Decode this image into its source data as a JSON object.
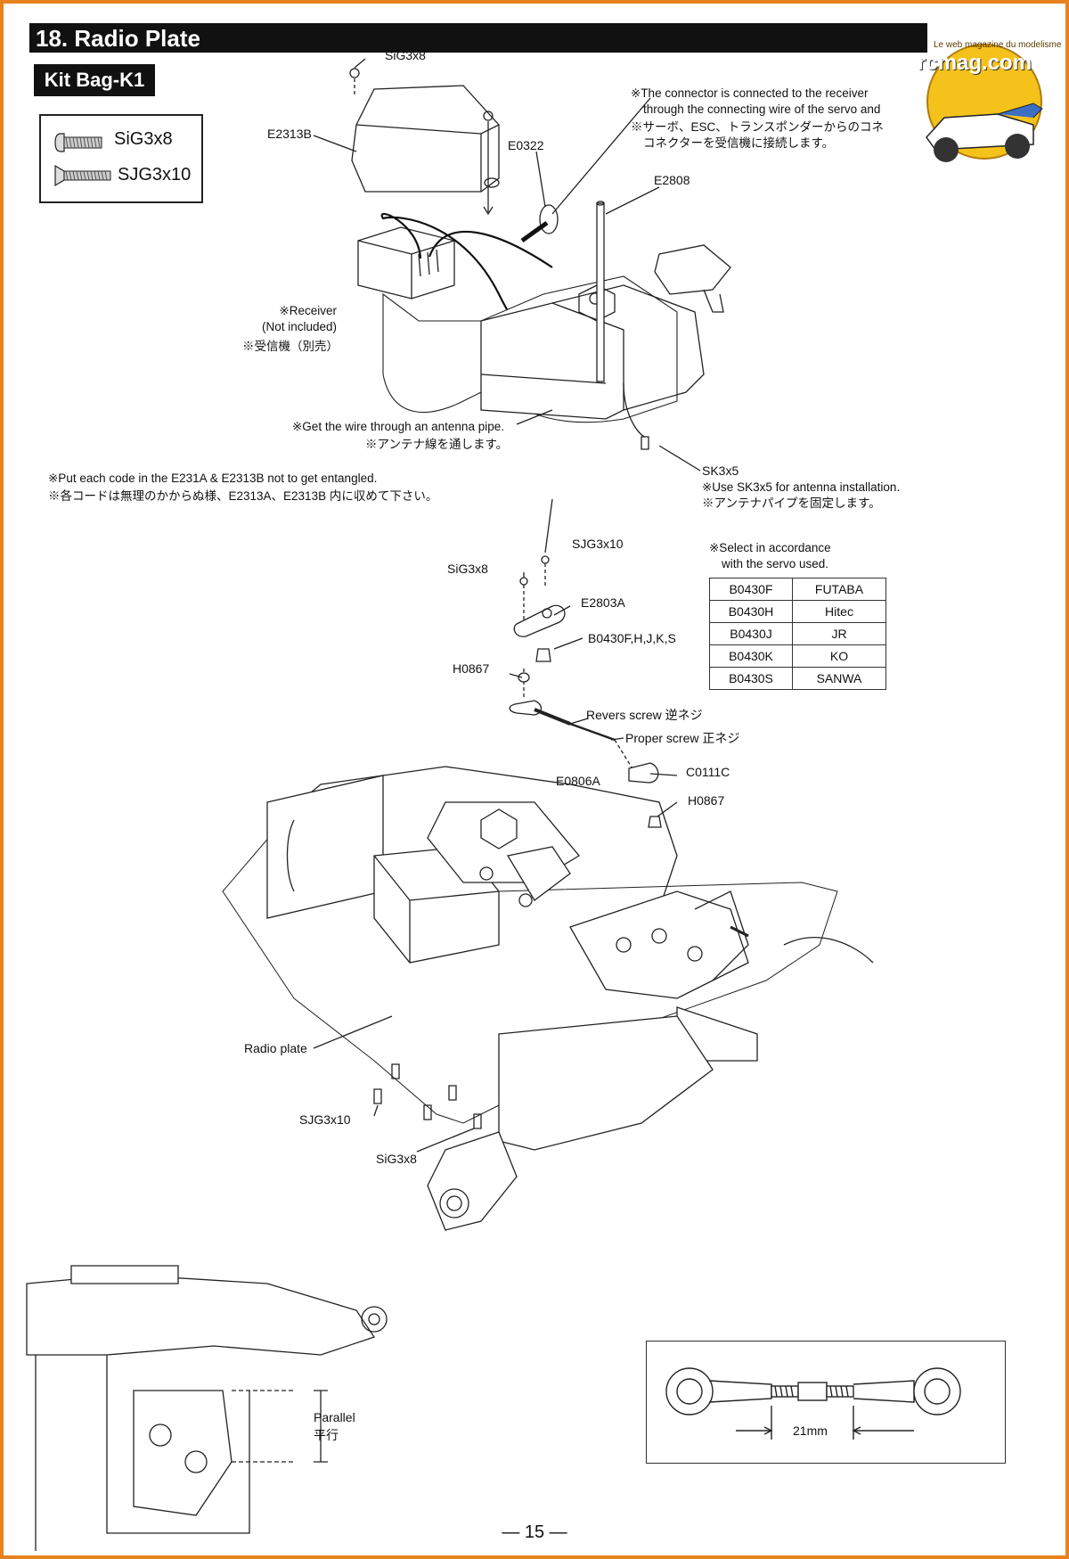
{
  "header": {
    "section_title": "18. Radio Plate",
    "kit_bag": "Kit Bag-K1"
  },
  "bag_contents": [
    {
      "icon": "button-head-screw-icon",
      "label": "SiG3x8"
    },
    {
      "icon": "flat-head-screw-icon",
      "label": "SJG3x10"
    }
  ],
  "top_diagram": {
    "parts": {
      "screw_top": "SiG3x8",
      "cover": "E2313B",
      "grommet": "E0322",
      "antenna_pipe": "E2808",
      "screw_antenna": "SK3x5"
    },
    "receiver_note": [
      "※Receiver",
      "(Not included)",
      "※受信機（別売）"
    ],
    "connector_note": [
      "※The connector is connected to the receiver",
      "through the connecting wire of the servo and",
      "※サーボ、ESC、トランスポンダーからのコネ",
      "コネクターを受信機に接続します。"
    ],
    "antenna_wire_note": [
      "※Get the wire through an antenna pipe.",
      "※アンテナ線を通します。"
    ],
    "entangle_note": [
      "※Put each code in the E231A & E2313B not to get entangled.",
      "※各コードは無理のかからぬ様、E2313A、E2313B 内に収めて下さい。"
    ],
    "sk_note": [
      "※Use SK3x5 for antenna installation.",
      "※アンテナパイプを固定します。"
    ]
  },
  "servo_section": {
    "parts": {
      "screw_a": "SJG3x10",
      "screw_b": "SiG3x8",
      "horn": "E2803A",
      "adapter": "B0430F,H,J,K,S",
      "ball_a": "H0867",
      "reverse": "Revers screw  逆ネジ",
      "proper": "Proper screw  正ネジ",
      "rod": "E0806A",
      "rod_end": "C0111C",
      "ball_b": "H0867"
    },
    "select_note": [
      "※Select in accordance",
      "with the servo used."
    ],
    "servo_table": [
      {
        "code": "B0430F",
        "brand": "FUTABA"
      },
      {
        "code": "B0430H",
        "brand": "Hitec"
      },
      {
        "code": "B0430J",
        "brand": "JR"
      },
      {
        "code": "B0430K",
        "brand": "KO"
      },
      {
        "code": "B0430S",
        "brand": "SANWA"
      }
    ]
  },
  "chassis_labels": {
    "radio_plate": "Radio plate",
    "screw_a": "SJG3x10",
    "screw_b": "SiG3x8"
  },
  "parallel_note": {
    "en": "Parallel",
    "jp": "平行"
  },
  "linkage_inset": {
    "length": "21mm"
  },
  "watermark": {
    "brand": "rcmag.com",
    "tagline": "Le web magazine du modelisme"
  },
  "footer": {
    "page_number": "— 15 —"
  },
  "colors": {
    "frame": "#e8821e",
    "logo_yellow": "#f4c21a",
    "ink": "#111111"
  }
}
